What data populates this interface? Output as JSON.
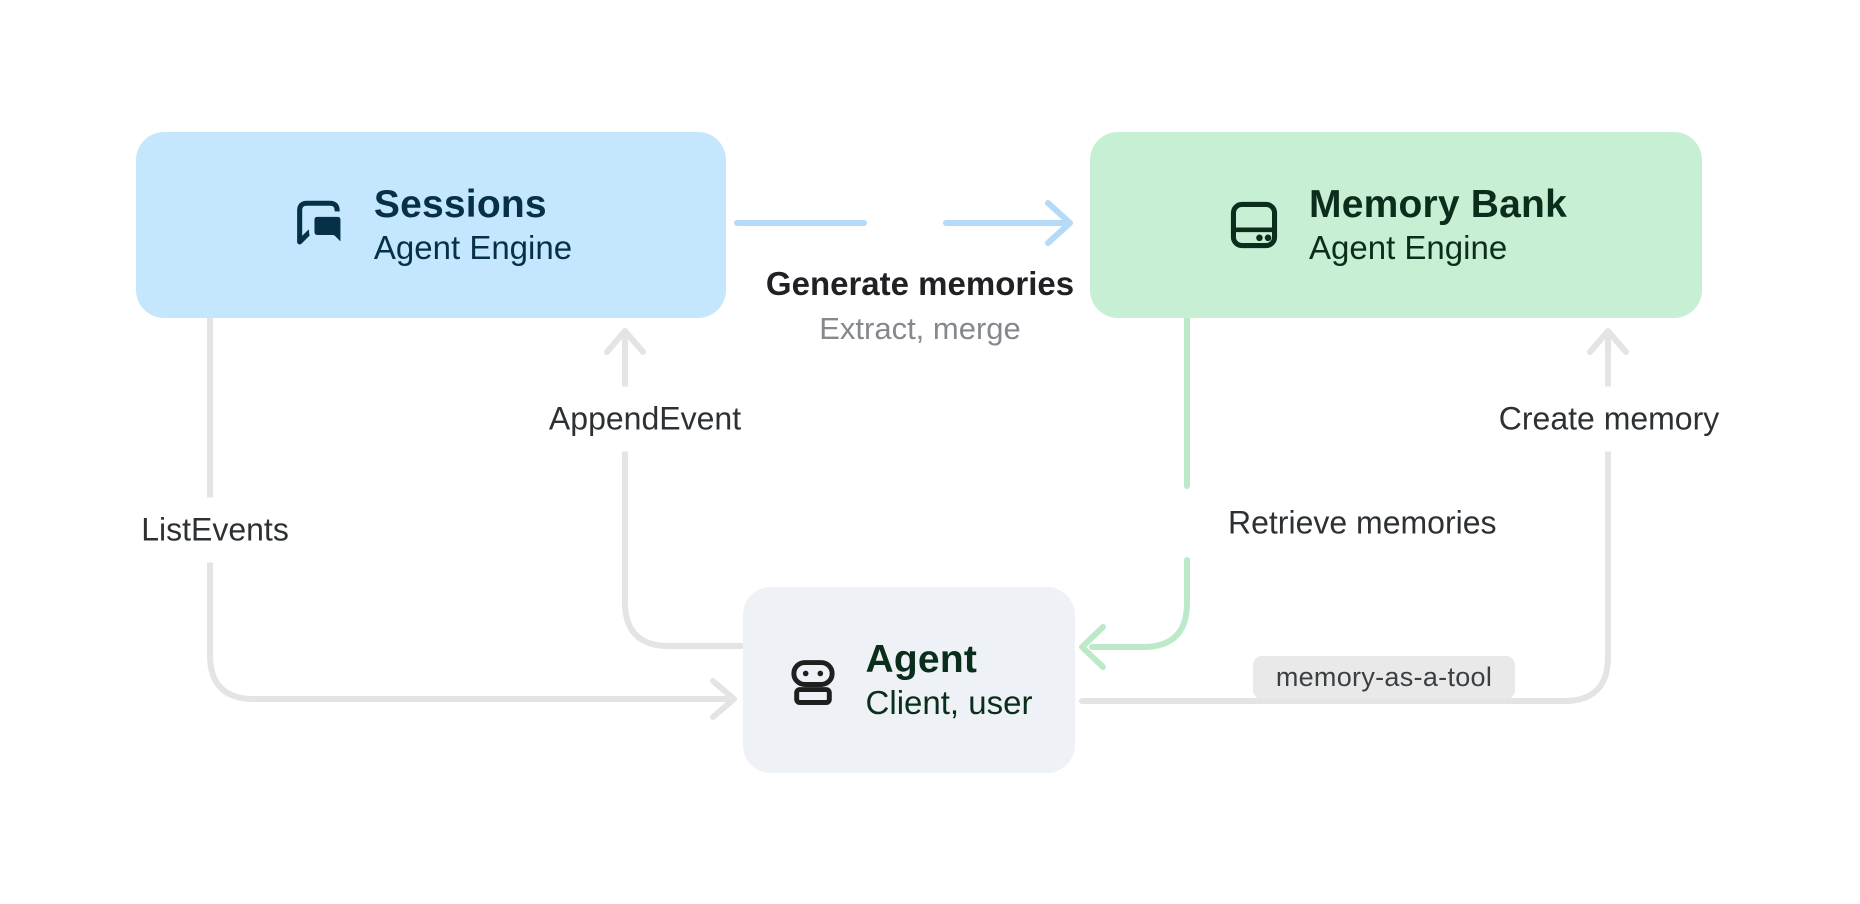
{
  "colors": {
    "background": "#ffffff",
    "gray_line": "#e4e4e4",
    "blue_line": "#b4daf8",
    "blue_sparkle": "#90cdf6",
    "green_line": "#bce9c8",
    "green_sparkle": "#a8e5ba",
    "edge_label_text": "#2d3134",
    "bold_label_text": "#202124",
    "sublabel_text": "#85898e",
    "badge_bg": "#e9e9e9",
    "badge_text": "#3c4043"
  },
  "nodes": {
    "sessions": {
      "title": "Sessions",
      "subtitle": "Agent Engine",
      "fill": "#c4e7fd",
      "text_color": "#053048",
      "icon": "forum-chat-icon"
    },
    "memory_bank": {
      "title": "Memory Bank",
      "subtitle": "Agent Engine",
      "fill": "#c7efd4",
      "text_color": "#0b2e1c",
      "icon": "storage-drive-icon"
    },
    "agent": {
      "title": "Agent",
      "subtitle": "Client, user",
      "fill": "#eef2f6",
      "text_color": "#0b2e1c",
      "icon_color": "#1f1f1f",
      "icon": "robot-icon"
    }
  },
  "edges": {
    "generate_memories": {
      "label": "Generate memories",
      "sublabel": "Extract, merge"
    },
    "append_event": {
      "label": "AppendEvent"
    },
    "list_events": {
      "label": "ListEvents"
    },
    "retrieve_memories": {
      "label": "Retrieve memories"
    },
    "create_memory": {
      "label": "Create memory",
      "badge": "memory-as-a-tool"
    }
  }
}
